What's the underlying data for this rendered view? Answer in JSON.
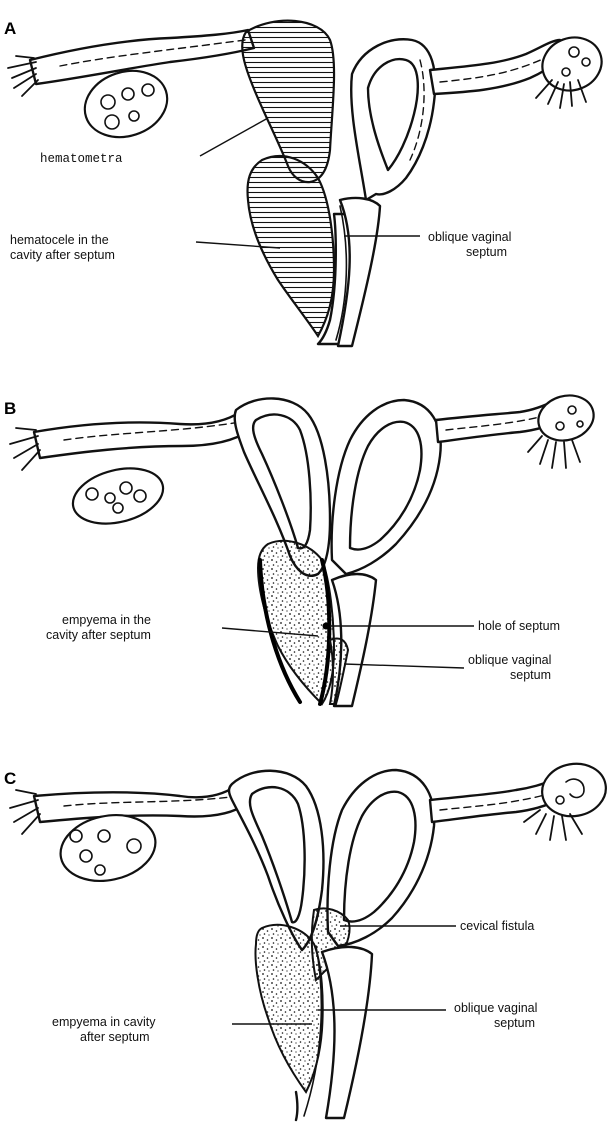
{
  "figure": {
    "panels": [
      {
        "letter": "A",
        "labels": {
          "hematometra": "hematometra",
          "hematocele_line1": "hematocele in the",
          "hematocele_line2": "cavity after septum",
          "septum_line1": "oblique vaginal",
          "septum_line2": "septum"
        }
      },
      {
        "letter": "B",
        "labels": {
          "empyema_line1": "empyema in the",
          "empyema_line2": "cavity after septum",
          "hole": "hole of septum",
          "septum_line1": "oblique vaginal",
          "septum_line2": "septum"
        }
      },
      {
        "letter": "C",
        "labels": {
          "fistula": "cevical fistula",
          "empyema_line1": "empyema in cavity",
          "empyema_line2": "after septum",
          "septum_line1": "oblique vaginal",
          "septum_line2": "septum"
        }
      }
    ],
    "fills": {
      "ink": "#111111",
      "background": "#ffffff"
    }
  }
}
